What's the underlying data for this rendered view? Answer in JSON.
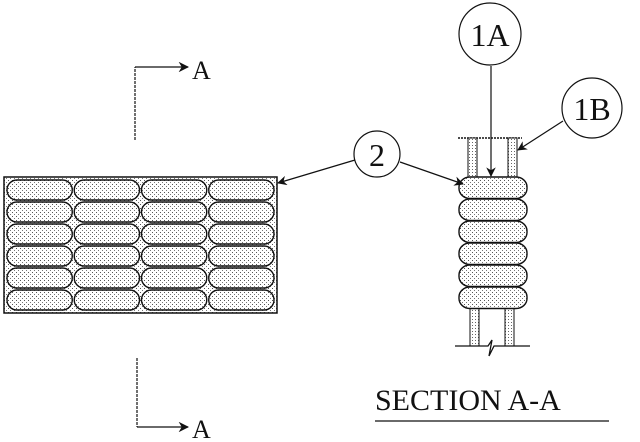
{
  "diagram": {
    "kind": "patent-drawing",
    "colors": {
      "ink": "#111111",
      "fill": "#e6e6e6",
      "background": "#ffffff"
    },
    "section_markers": {
      "top": {
        "label": "A"
      },
      "bottom": {
        "label": "A"
      }
    },
    "plan_view": {
      "rows": 6,
      "columns": 4
    },
    "section_view": {
      "caption": "SECTION A-A",
      "stacked_elements": 6
    },
    "callouts": [
      {
        "id": "1A",
        "label": "1A",
        "target": "inner-wall-gap"
      },
      {
        "id": "1B",
        "label": "1B",
        "target": "outer-wall"
      },
      {
        "id": "2",
        "label": "2",
        "target": "pill-element"
      }
    ]
  }
}
